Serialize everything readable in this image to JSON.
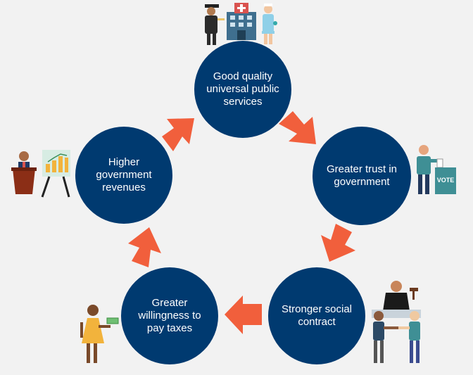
{
  "colors": {
    "background": "#f2f2f2",
    "node": "#003a70",
    "node_text": "#ffffff",
    "arrow": "#f15f3c"
  },
  "cycle": {
    "nodes": [
      {
        "label": "Good quality universal public services",
        "icon": "graduate-hospital-nurse-icon"
      },
      {
        "label": "Greater trust in government",
        "icon": "voter-ballot-box-icon"
      },
      {
        "label": "Stronger social contract",
        "icon": "judge-people-handshake-icon"
      },
      {
        "label": "Greater willingness to pay taxes",
        "icon": "person-paying-money-icon"
      },
      {
        "label": "Higher government revenues",
        "icon": "podium-chart-presentation-icon"
      }
    ],
    "ballot_box_text": "VOTE"
  }
}
